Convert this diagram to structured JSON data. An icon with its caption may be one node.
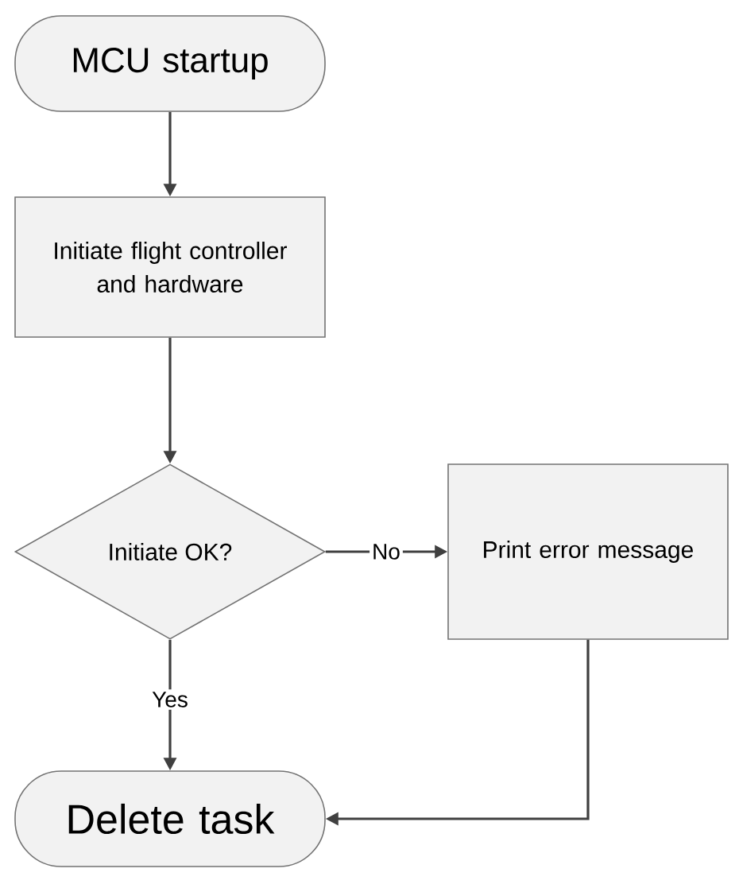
{
  "diagram": {
    "nodes": [
      {
        "text": [
          "MCU startup"
        ]
      },
      {
        "text": [
          "Initiate flight controller and hardware"
        ]
      },
      {
        "text": [
          "Initiate OK?"
        ]
      },
      {
        "text": [
          "Print error message"
        ]
      },
      {
        "text": [
          "Delete task"
        ]
      }
    ],
    "edges": [
      {
        "from": 0,
        "to": 1,
        "arrow": "to"
      },
      {
        "from": 1,
        "to": 2,
        "arrow": "to"
      },
      {
        "from": 2,
        "to": 3,
        "arrow": "to",
        "label": "No"
      },
      {
        "from": 2,
        "to": 4,
        "arrow": "to",
        "label": "Yes"
      },
      {
        "from": 3,
        "to": 4,
        "arrow": "to"
      }
    ]
  }
}
